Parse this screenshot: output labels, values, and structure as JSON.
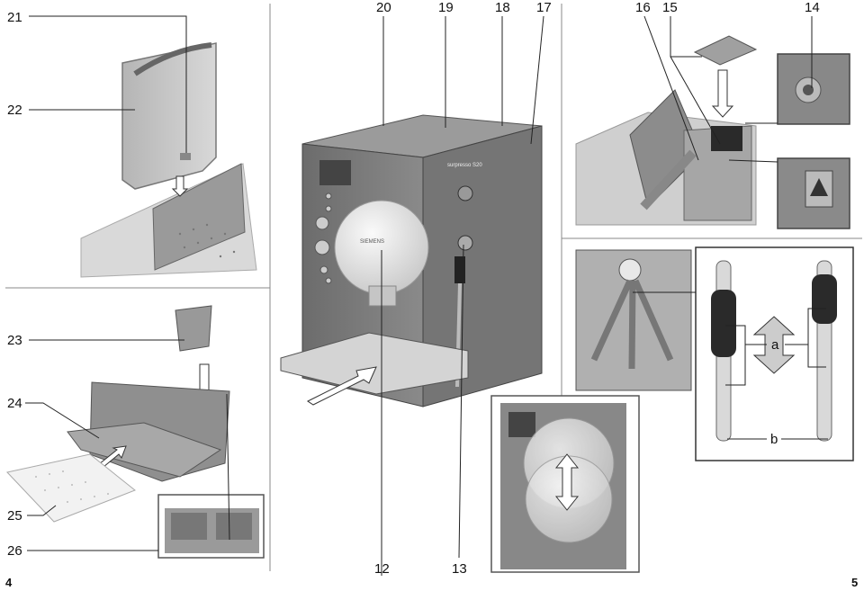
{
  "callouts": {
    "c21": "21",
    "c22": "22",
    "c23": "23",
    "c24": "24",
    "c25": "25",
    "c26": "26",
    "c20": "20",
    "c19": "19",
    "c18": "18",
    "c17": "17",
    "c16": "16",
    "c15": "15",
    "c14": "14",
    "c12": "12",
    "c13": "13",
    "ca": "a",
    "cb": "b"
  },
  "machine": {
    "brand": "SIEMENS",
    "model": "surpresso S20"
  },
  "pages": {
    "left": "4",
    "right": "5"
  }
}
